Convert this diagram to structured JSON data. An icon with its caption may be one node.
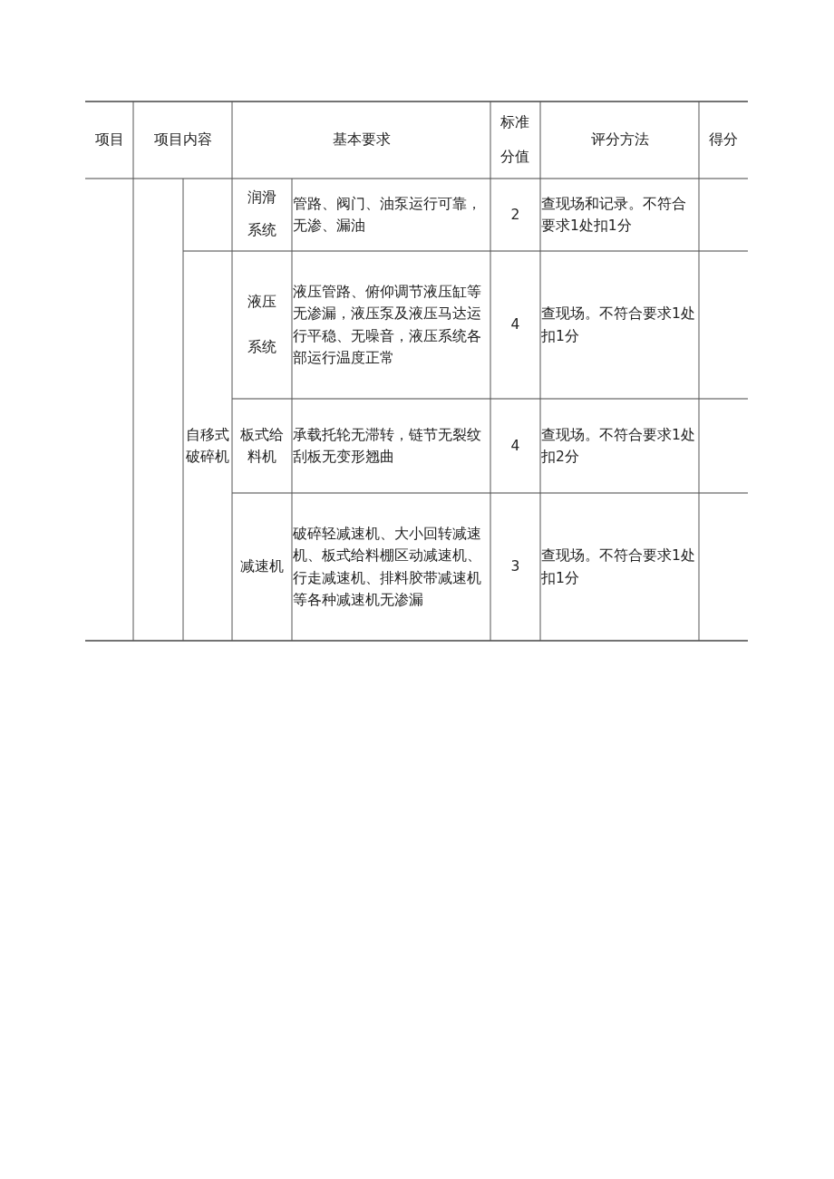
{
  "diagram": {
    "labels": [
      "项目",
      "项目内容",
      "基本要求",
      "标准分值",
      "评分方法",
      "得分",
      "润滑系统",
      "管路、阀门、油泵运行可靠，无渗、漏油",
      "2",
      "查现场和记录。不符合要求1处扣1分",
      "自移式破碎机",
      "液压系统",
      "液压管路、俯仰调节液压缸等无渗漏，液压泵及液压马达运行平稳、无噪音，液压系统各部运行温度正常",
      "4",
      "查现场。不符合要求1处扣1分",
      "板式给料机",
      "承载托轮无滞转，链节无裂纹刮板无变形翘曲",
      "4",
      "查现场。不符合要求1处扣2分",
      "减速机",
      "破碎轻减速机、大小回转减速机、板式给料棚区动减速机、行走减速机、排料胶带减速机等各种减速机无渗漏",
      "3",
      "查现场。不符合要求1处扣1分"
    ]
  }
}
